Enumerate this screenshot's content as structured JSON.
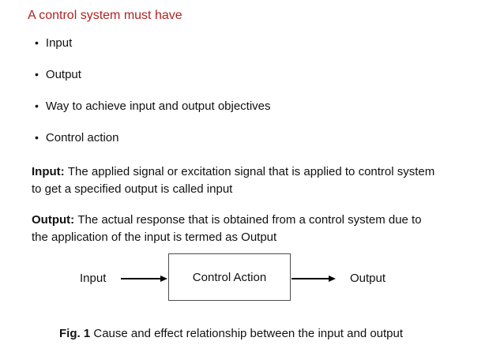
{
  "title": {
    "text": "A control system must have",
    "color": "#b22222"
  },
  "bullets": [
    "Input",
    "Output",
    "Way to achieve input and output objectives",
    "Control action"
  ],
  "paragraphs": [
    {
      "label": "Input:",
      "line1": "The applied signal or excitation signal that is applied to control system",
      "line2": "to get a specified output is called input"
    },
    {
      "label": "Output:",
      "line1": "The actual response that is obtained from a control system due to",
      "line2": "the application of the input is termed as Output"
    }
  ],
  "diagram": {
    "input_label": "Input",
    "box_label": "Control Action",
    "output_label": "Output",
    "box_border_color": "#4d4d4d",
    "arrow_color": "#000000"
  },
  "caption": {
    "label": "Fig. 1",
    "text": "Cause and effect relationship between the input and output"
  }
}
